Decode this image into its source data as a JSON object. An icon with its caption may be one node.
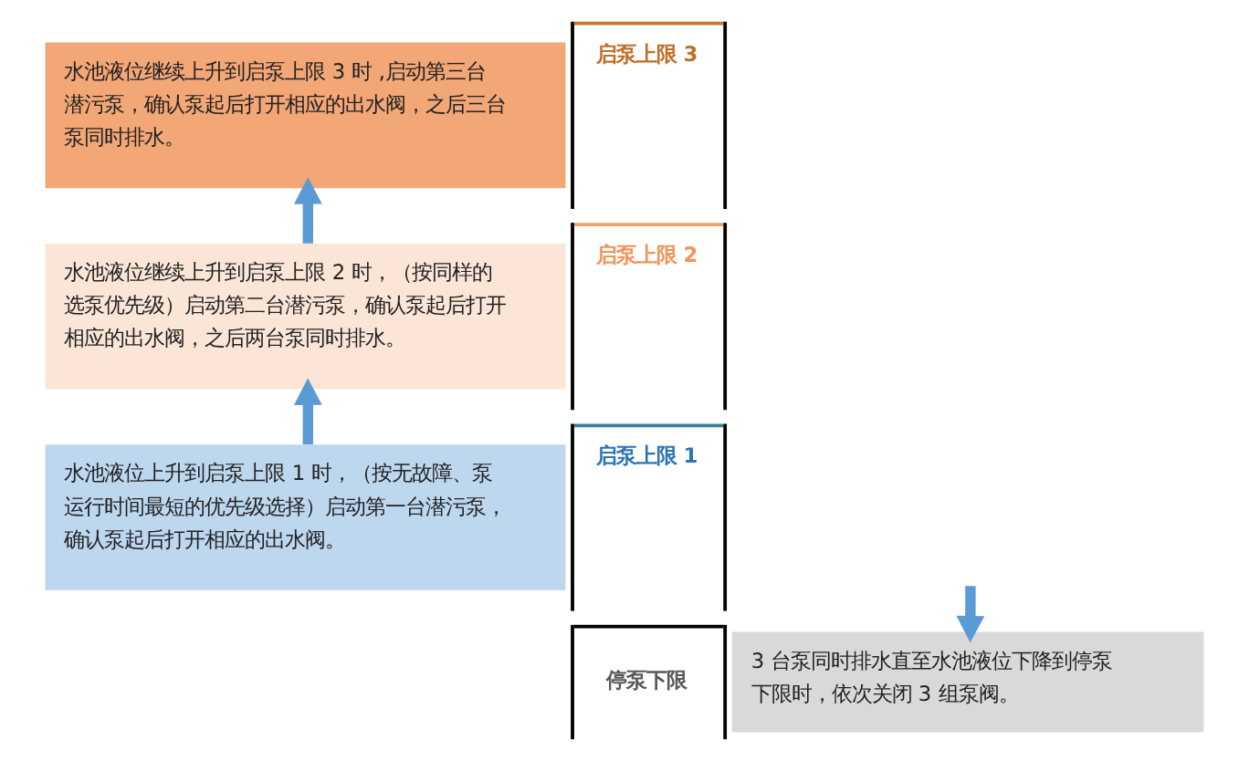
{
  "diagram": {
    "nodes": [
      {
        "text": [
          "水池液位继续上升到启泵上限 3 时 ,启动第三台潜污泵，确认泵起后打开相应的出水阀，之后三台泵同时排水。"
        ]
      },
      {
        "text": [
          "水池液位继续上升到启泵上限 2 时，（按同样的选泵优先级）启动第二台潜污泵，确认泵起后打开相应的出水阀，之后两台泵同时排水。"
        ]
      },
      {
        "text": [
          "水池液位上升到启泵上限 1 时，（按无故障、泵运行时间最短的优先级选择）启动第一台潜污泵，确认泵起后打开相应的出水阀。"
        ]
      },
      {
        "text": [
          "启泵上限 3"
        ]
      },
      {
        "text": [
          "启泵上限 2"
        ]
      },
      {
        "text": [
          "启泵上限 1"
        ]
      },
      {
        "text": [
          "停泵下限"
        ]
      },
      {
        "text": [
          "3 台泵同时排水直至水池液位下降到停泵下限时，依次关闭 3 组泵阀。"
        ]
      }
    ],
    "edges": [
      {
        "from": 2,
        "to": 1,
        "arrow": "to"
      },
      {
        "from": 1,
        "to": 0,
        "arrow": "to"
      },
      {
        "from": null,
        "to": 7,
        "arrow": "to"
      }
    ]
  }
}
